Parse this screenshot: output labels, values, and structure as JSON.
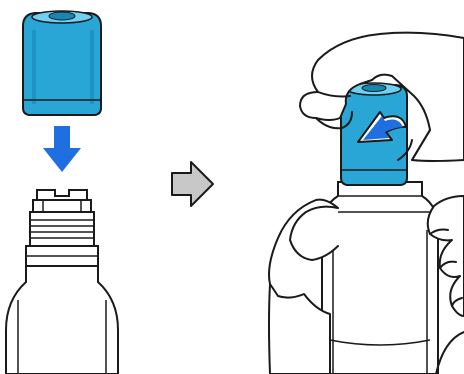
{
  "illustration": {
    "steps": [
      {
        "id": "remove-cap",
        "shows": [
          "ink-cap",
          "down-arrow",
          "bottle-nozzle"
        ]
      },
      {
        "id": "tighten-cap",
        "shows": [
          "hand",
          "ink-cap",
          "rotate-arrow",
          "bottle"
        ]
      }
    ],
    "icons": [
      "ink-cap-icon",
      "down-arrow-icon",
      "bottle-icon",
      "next-step-arrow-icon",
      "hand-icon",
      "rotate-arrow-icon"
    ],
    "colors": {
      "cap_fill": "#2aa6d6",
      "cap_dark": "#1587b5",
      "cap_light": "#6fd0f2",
      "arrow_blue": "#1f6fe0",
      "outline": "#1a1a1a",
      "white": "#ffffff",
      "next_arrow_fill": "#c8c8c8"
    }
  }
}
